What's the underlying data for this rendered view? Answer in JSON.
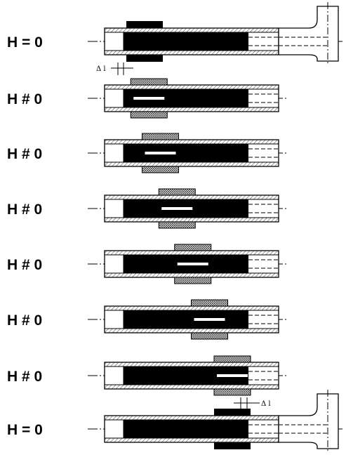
{
  "figure": {
    "rows": [
      {
        "label": "H = 0",
        "state": "clamped",
        "end_fitting": true,
        "collar_progress": 0.0
      },
      {
        "label": "H # 0",
        "state": "moving",
        "end_fitting": false,
        "collar_progress": 0.05
      },
      {
        "label": "H # 0",
        "state": "moving",
        "end_fitting": false,
        "collar_progress": 0.18
      },
      {
        "label": "H # 0",
        "state": "moving",
        "end_fitting": false,
        "collar_progress": 0.37
      },
      {
        "label": "H # 0",
        "state": "moving",
        "end_fitting": false,
        "collar_progress": 0.55
      },
      {
        "label": "H # 0",
        "state": "moving",
        "end_fitting": false,
        "collar_progress": 0.74
      },
      {
        "label": "H # 0",
        "state": "moving",
        "end_fitting": false,
        "collar_progress": 1.0
      },
      {
        "label": "H = 0",
        "state": "clamped",
        "end_fitting": true,
        "collar_progress": 1.0
      }
    ],
    "dimension_labels": {
      "top": "Δ l",
      "bottom": "Δ l"
    },
    "colors": {
      "line": "#000000",
      "hatch": "#555555",
      "background": "#ffffff"
    }
  }
}
